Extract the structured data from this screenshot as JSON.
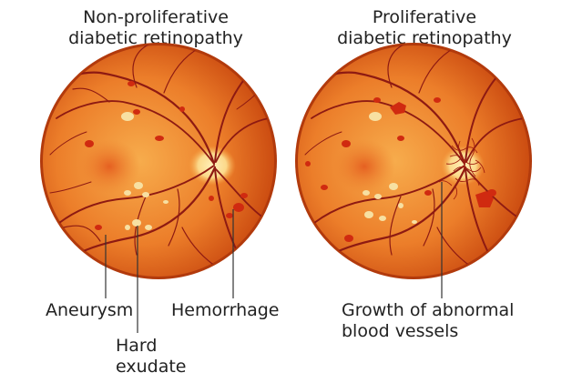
{
  "left_panel": {
    "title_line1": "Non-proliferative",
    "title_line2": "diabetic retinopathy",
    "labels": {
      "aneurysm": "Aneurysm",
      "hemorrhage": "Hemorrhage",
      "hard_exudate_line1": "Hard",
      "hard_exudate_line2": "exudate"
    }
  },
  "right_panel": {
    "title_line1": "Proliferative",
    "title_line2": "diabetic retinopathy",
    "labels": {
      "growth_line1": "Growth of abnormal",
      "growth_line2": "blood vessels"
    }
  },
  "colors": {
    "retina_center": "#f6a544",
    "retina_edge": "#c9480f",
    "rim": "#b23a0c",
    "vessel": "#8e1a12",
    "hemorrhage": "#d02a10",
    "exudate": "#f7e0a2",
    "optic_disc": "#fbe29a"
  }
}
